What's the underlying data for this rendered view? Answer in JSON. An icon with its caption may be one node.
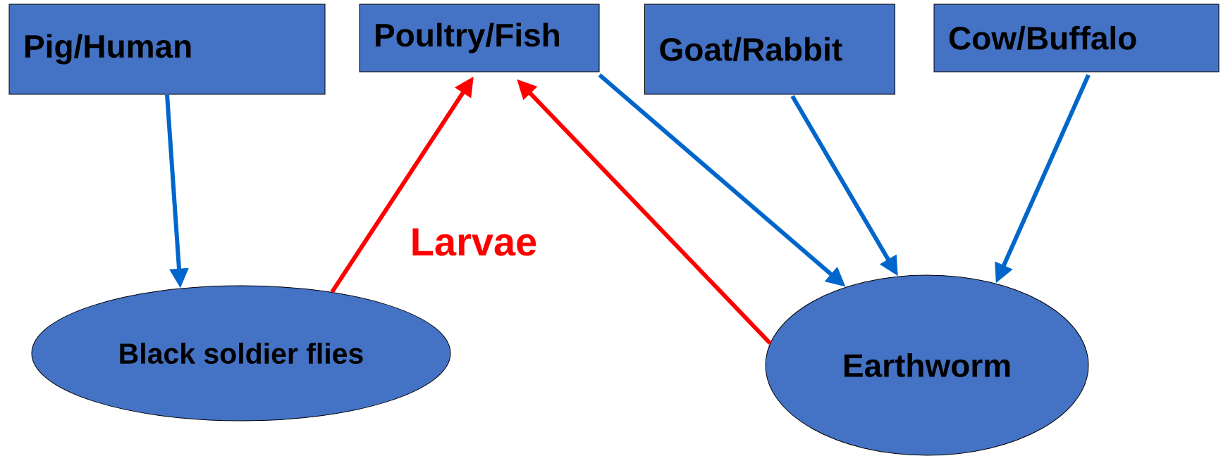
{
  "diagram": {
    "nodes": [
      {
        "text": [
          "Pig/Human"
        ]
      },
      {
        "text": [
          "Black soldier flies"
        ]
      },
      {
        "text": [
          "Poultry/Fish"
        ]
      },
      {
        "text": [
          "Goat/Rabbit"
        ]
      },
      {
        "text": [
          "Cow/Buffalo"
        ]
      },
      {
        "text": [
          "Earthworm"
        ]
      }
    ],
    "edges": [
      {
        "from": 0,
        "to": 1,
        "arrow": "to"
      },
      {
        "from": 1,
        "to": 2,
        "arrow": "to",
        "label": "Larvae",
        "color": "#ff0000"
      },
      {
        "from": 5,
        "to": 2,
        "arrow": "to",
        "color": "#ff0000"
      },
      {
        "from": 2,
        "to": 5,
        "arrow": "to"
      },
      {
        "from": 3,
        "to": 5,
        "arrow": "to"
      },
      {
        "from": 4,
        "to": 5,
        "arrow": "to"
      }
    ]
  }
}
